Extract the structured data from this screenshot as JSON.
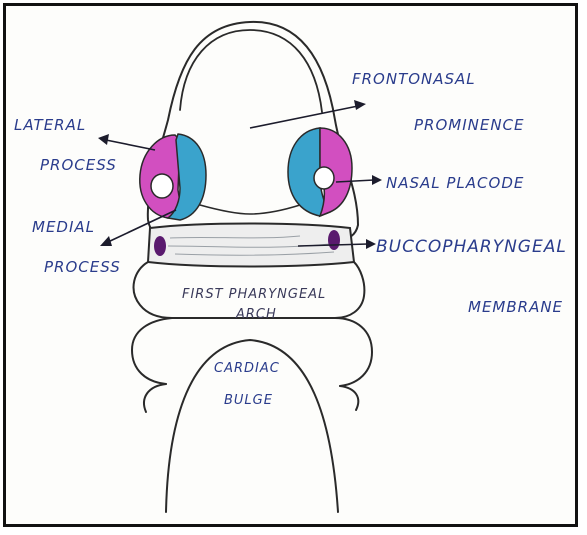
{
  "labels": {
    "frontonasal_1": "FRONTONASAL",
    "frontonasal_2": "PROMINENCE",
    "lateral_1": "LATERAL",
    "lateral_2": "PROCESS",
    "medial_1": "MEDIAL",
    "medial_2": "PROCESS",
    "nasal_placode": "NASAL PLACODE",
    "bucco_1": "BUCCOPHARYNGEAL",
    "bucco_2": "MEMBRANE",
    "arch_1": "FIRST PHARYNGEAL",
    "arch_2": "ARCH",
    "cardiac_1": "CARDIAC",
    "cardiac_2": "BULGE"
  },
  "colors": {
    "pink": "#d24fc0",
    "blue": "#3aa3cc",
    "purple": "#5a1a6e",
    "label_ink": "#2a3c8c"
  }
}
